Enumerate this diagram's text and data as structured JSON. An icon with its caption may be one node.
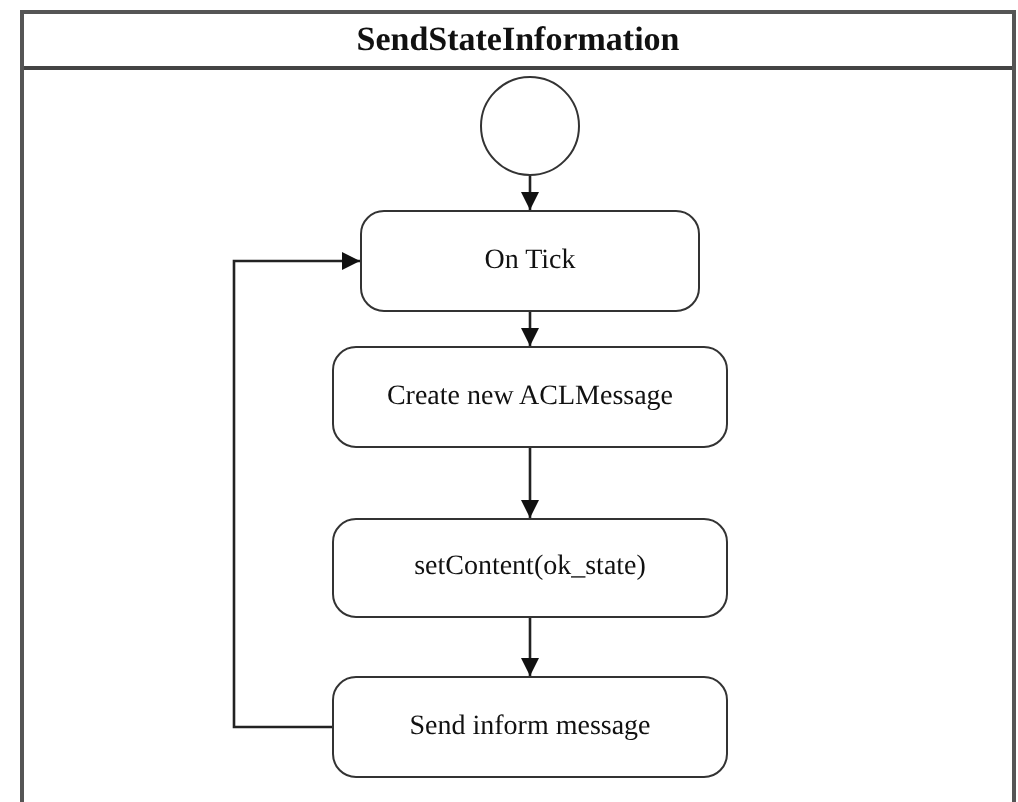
{
  "diagram": {
    "nodes": [
      {
        "text": [
          "SendStateInformation"
        ]
      },
      {
        "text": [],
        "shape": "circle",
        "in": 0
      },
      {
        "text": [
          "On Tick"
        ],
        "in": 0
      },
      {
        "text": [
          "Create new ACLMessage"
        ],
        "in": 0
      },
      {
        "text": [
          "setContent(ok_state)"
        ],
        "in": 0
      },
      {
        "text": [
          "Send inform message"
        ],
        "in": 0
      }
    ],
    "edges": [
      {
        "from": 1,
        "to": 2,
        "arrow": "to"
      },
      {
        "from": 2,
        "to": 3,
        "arrow": "to"
      },
      {
        "from": 3,
        "to": 4,
        "arrow": "to"
      },
      {
        "from": 4,
        "to": 5,
        "arrow": "to"
      },
      {
        "from": 5,
        "to": 2,
        "arrow": "to"
      }
    ]
  }
}
